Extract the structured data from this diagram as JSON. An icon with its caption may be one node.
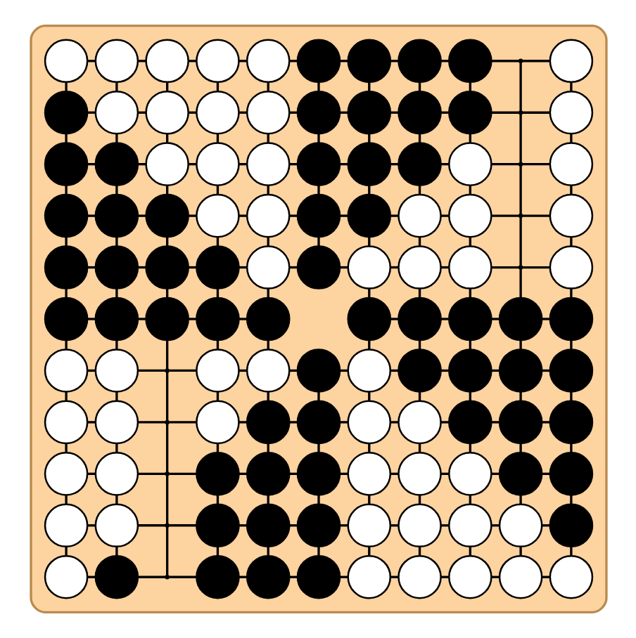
{
  "diagram": {
    "nodes": [
      {
        "text": [],
        "shape": "box"
      },
      {
        "text": [],
        "shape": "circle",
        "in": 0
      },
      {
        "text": [],
        "shape": "circle",
        "in": 0
      },
      {
        "text": [],
        "shape": "circle",
        "in": 0
      },
      {
        "text": [],
        "shape": "circle",
        "in": 0
      },
      {
        "text": [],
        "shape": "circle",
        "in": 0
      },
      {
        "text": [],
        "shape": "disc",
        "in": 0
      },
      {
        "text": [],
        "shape": "disc",
        "in": 0
      },
      {
        "text": [],
        "shape": "disc",
        "in": 0
      },
      {
        "text": [],
        "shape": "disc",
        "in": 0
      },
      {
        "text": [],
        "shape": "point",
        "in": 0
      },
      {
        "text": [],
        "shape": "circle",
        "in": 0
      },
      {
        "text": [],
        "shape": "disc",
        "in": 0
      },
      {
        "text": [],
        "shape": "circle",
        "in": 0
      },
      {
        "text": [],
        "shape": "circle",
        "in": 0
      },
      {
        "text": [],
        "shape": "circle",
        "in": 0
      },
      {
        "text": [],
        "shape": "circle",
        "in": 0
      },
      {
        "text": [],
        "shape": "disc",
        "in": 0
      },
      {
        "text": [],
        "shape": "disc",
        "in": 0
      },
      {
        "text": [],
        "shape": "disc",
        "in": 0
      },
      {
        "text": [],
        "shape": "disc",
        "in": 0
      },
      {
        "text": [],
        "shape": "point",
        "in": 0
      },
      {
        "text": [],
        "shape": "circle",
        "in": 0
      },
      {
        "text": [],
        "shape": "disc",
        "in": 0
      },
      {
        "text": [],
        "shape": "disc",
        "in": 0
      },
      {
        "text": [],
        "shape": "circle",
        "in": 0
      },
      {
        "text": [],
        "shape": "circle",
        "in": 0
      },
      {
        "text": [],
        "shape": "circle",
        "in": 0
      },
      {
        "text": [],
        "shape": "disc",
        "in": 0
      },
      {
        "text": [],
        "shape": "disc",
        "in": 0
      },
      {
        "text": [],
        "shape": "disc",
        "in": 0
      },
      {
        "text": [],
        "shape": "circle",
        "in": 0
      },
      {
        "text": [],
        "shape": "point",
        "in": 0
      },
      {
        "text": [],
        "shape": "circle",
        "in": 0
      },
      {
        "text": [],
        "shape": "disc",
        "in": 0
      },
      {
        "text": [],
        "shape": "disc",
        "in": 0
      },
      {
        "text": [],
        "shape": "disc",
        "in": 0
      },
      {
        "text": [],
        "shape": "circle",
        "in": 0
      },
      {
        "text": [],
        "shape": "circle",
        "in": 0
      },
      {
        "text": [],
        "shape": "disc",
        "in": 0
      },
      {
        "text": [],
        "shape": "disc",
        "in": 0
      },
      {
        "text": [],
        "shape": "circle",
        "in": 0
      },
      {
        "text": [],
        "shape": "circle",
        "in": 0
      },
      {
        "text": [],
        "shape": "point",
        "in": 0
      },
      {
        "text": [],
        "shape": "circle",
        "in": 0
      },
      {
        "text": [],
        "shape": "disc",
        "in": 0
      },
      {
        "text": [],
        "shape": "disc",
        "in": 0
      },
      {
        "text": [],
        "shape": "disc",
        "in": 0
      },
      {
        "text": [],
        "shape": "disc",
        "in": 0
      },
      {
        "text": [],
        "shape": "circle",
        "in": 0
      },
      {
        "text": [],
        "shape": "disc",
        "in": 0
      },
      {
        "text": [],
        "shape": "circle",
        "in": 0
      },
      {
        "text": [],
        "shape": "circle",
        "in": 0
      },
      {
        "text": [],
        "shape": "circle",
        "in": 0
      },
      {
        "text": [],
        "shape": "point",
        "in": 0
      },
      {
        "text": [],
        "shape": "circle",
        "in": 0
      },
      {
        "text": [],
        "shape": "disc",
        "in": 0
      },
      {
        "text": [],
        "shape": "disc",
        "in": 0
      },
      {
        "text": [],
        "shape": "disc",
        "in": 0
      },
      {
        "text": [],
        "shape": "disc",
        "in": 0
      },
      {
        "text": [],
        "shape": "disc",
        "in": 0
      },
      {
        "text": [],
        "shape": "disc",
        "in": 0
      },
      {
        "text": [],
        "shape": "disc",
        "in": 0
      },
      {
        "text": [],
        "shape": "disc",
        "in": 0
      },
      {
        "text": [],
        "shape": "disc",
        "in": 0
      },
      {
        "text": [],
        "shape": "disc",
        "in": 0
      },
      {
        "text": [],
        "shape": "circle",
        "in": 0
      },
      {
        "text": [],
        "shape": "circle",
        "in": 0
      },
      {
        "text": [],
        "shape": "point",
        "in": 0
      },
      {
        "text": [],
        "shape": "circle",
        "in": 0
      },
      {
        "text": [],
        "shape": "circle",
        "in": 0
      },
      {
        "text": [],
        "shape": "disc",
        "in": 0
      },
      {
        "text": [],
        "shape": "circle",
        "in": 0
      },
      {
        "text": [],
        "shape": "disc",
        "in": 0
      },
      {
        "text": [],
        "shape": "disc",
        "in": 0
      },
      {
        "text": [],
        "shape": "disc",
        "in": 0
      },
      {
        "text": [],
        "shape": "disc",
        "in": 0
      },
      {
        "text": [],
        "shape": "circle",
        "in": 0
      },
      {
        "text": [],
        "shape": "circle",
        "in": 0
      },
      {
        "text": [],
        "shape": "point",
        "in": 0
      },
      {
        "text": [],
        "shape": "circle",
        "in": 0
      },
      {
        "text": [],
        "shape": "disc",
        "in": 0
      },
      {
        "text": [],
        "shape": "disc",
        "in": 0
      },
      {
        "text": [],
        "shape": "circle",
        "in": 0
      },
      {
        "text": [],
        "shape": "circle",
        "in": 0
      },
      {
        "text": [],
        "shape": "disc",
        "in": 0
      },
      {
        "text": [],
        "shape": "disc",
        "in": 0
      },
      {
        "text": [],
        "shape": "disc",
        "in": 0
      },
      {
        "text": [],
        "shape": "circle",
        "in": 0
      },
      {
        "text": [],
        "shape": "circle",
        "in": 0
      },
      {
        "text": [],
        "shape": "point",
        "in": 0
      },
      {
        "text": [],
        "shape": "disc",
        "in": 0
      },
      {
        "text": [],
        "shape": "disc",
        "in": 0
      },
      {
        "text": [],
        "shape": "disc",
        "in": 0
      },
      {
        "text": [],
        "shape": "circle",
        "in": 0
      },
      {
        "text": [],
        "shape": "circle",
        "in": 0
      },
      {
        "text": [],
        "shape": "circle",
        "in": 0
      },
      {
        "text": [],
        "shape": "disc",
        "in": 0
      },
      {
        "text": [],
        "shape": "disc",
        "in": 0
      },
      {
        "text": [],
        "shape": "circle",
        "in": 0
      },
      {
        "text": [],
        "shape": "circle",
        "in": 0
      },
      {
        "text": [],
        "shape": "point",
        "in": 0
      },
      {
        "text": [],
        "shape": "disc",
        "in": 0
      },
      {
        "text": [],
        "shape": "disc",
        "in": 0
      },
      {
        "text": [],
        "shape": "disc",
        "in": 0
      },
      {
        "text": [],
        "shape": "circle",
        "in": 0
      },
      {
        "text": [],
        "shape": "circle",
        "in": 0
      },
      {
        "text": [],
        "shape": "circle",
        "in": 0
      },
      {
        "text": [],
        "shape": "circle",
        "in": 0
      },
      {
        "text": [],
        "shape": "disc",
        "in": 0
      },
      {
        "text": [],
        "shape": "circle",
        "in": 0
      },
      {
        "text": [],
        "shape": "disc",
        "in": 0
      },
      {
        "text": [],
        "shape": "point",
        "in": 0
      },
      {
        "text": [],
        "shape": "disc",
        "in": 0
      },
      {
        "text": [],
        "shape": "disc",
        "in": 0
      },
      {
        "text": [],
        "shape": "disc",
        "in": 0
      },
      {
        "text": [],
        "shape": "circle",
        "in": 0
      },
      {
        "text": [],
        "shape": "circle",
        "in": 0
      },
      {
        "text": [],
        "shape": "circle",
        "in": 0
      },
      {
        "text": [],
        "shape": "circle",
        "in": 0
      },
      {
        "text": [],
        "shape": "circle",
        "in": 0
      }
    ],
    "edges": [
      {
        "from": 1,
        "to": 2,
        "arrow": "none"
      },
      {
        "from": 2,
        "to": 3,
        "arrow": "none"
      },
      {
        "from": 3,
        "to": 4,
        "arrow": "none"
      },
      {
        "from": 4,
        "to": 5,
        "arrow": "none"
      },
      {
        "from": 5,
        "to": 6,
        "arrow": "none"
      },
      {
        "from": 6,
        "to": 7,
        "arrow": "none"
      },
      {
        "from": 7,
        "to": 8,
        "arrow": "none"
      },
      {
        "from": 8,
        "to": 9,
        "arrow": "none"
      },
      {
        "from": 9,
        "to": 10,
        "arrow": "none"
      },
      {
        "from": 10,
        "to": 11,
        "arrow": "none"
      },
      {
        "from": 12,
        "to": 13,
        "arrow": "none"
      },
      {
        "from": 13,
        "to": 14,
        "arrow": "none"
      },
      {
        "from": 14,
        "to": 15,
        "arrow": "none"
      },
      {
        "from": 15,
        "to": 16,
        "arrow": "none"
      },
      {
        "from": 16,
        "to": 17,
        "arrow": "none"
      },
      {
        "from": 17,
        "to": 18,
        "arrow": "none"
      },
      {
        "from": 18,
        "to": 19,
        "arrow": "none"
      },
      {
        "from": 19,
        "to": 20,
        "arrow": "none"
      },
      {
        "from": 20,
        "to": 21,
        "arrow": "none"
      },
      {
        "from": 21,
        "to": 22,
        "arrow": "none"
      },
      {
        "from": 23,
        "to": 24,
        "arrow": "none"
      },
      {
        "from": 24,
        "to": 25,
        "arrow": "none"
      },
      {
        "from": 25,
        "to": 26,
        "arrow": "none"
      },
      {
        "from": 26,
        "to": 27,
        "arrow": "none"
      },
      {
        "from": 27,
        "to": 28,
        "arrow": "none"
      },
      {
        "from": 28,
        "to": 29,
        "arrow": "none"
      },
      {
        "from": 29,
        "to": 30,
        "arrow": "none"
      },
      {
        "from": 30,
        "to": 31,
        "arrow": "none"
      },
      {
        "from": 31,
        "to": 32,
        "arrow": "none"
      },
      {
        "from": 32,
        "to": 33,
        "arrow": "none"
      },
      {
        "from": 34,
        "to": 35,
        "arrow": "none"
      },
      {
        "from": 35,
        "to": 36,
        "arrow": "none"
      },
      {
        "from": 36,
        "to": 37,
        "arrow": "none"
      },
      {
        "from": 37,
        "to": 38,
        "arrow": "none"
      },
      {
        "from": 38,
        "to": 39,
        "arrow": "none"
      },
      {
        "from": 39,
        "to": 40,
        "arrow": "none"
      },
      {
        "from": 40,
        "to": 41,
        "arrow": "none"
      },
      {
        "from": 41,
        "to": 42,
        "arrow": "none"
      },
      {
        "from": 42,
        "to": 43,
        "arrow": "none"
      },
      {
        "from": 43,
        "to": 44,
        "arrow": "none"
      },
      {
        "from": 45,
        "to": 46,
        "arrow": "none"
      },
      {
        "from": 46,
        "to": 47,
        "arrow": "none"
      },
      {
        "from": 47,
        "to": 48,
        "arrow": "none"
      },
      {
        "from": 48,
        "to": 49,
        "arrow": "none"
      },
      {
        "from": 49,
        "to": 50,
        "arrow": "none"
      },
      {
        "from": 50,
        "to": 51,
        "arrow": "none"
      },
      {
        "from": 51,
        "to": 52,
        "arrow": "none"
      },
      {
        "from": 52,
        "to": 53,
        "arrow": "none"
      },
      {
        "from": 53,
        "to": 54,
        "arrow": "none"
      },
      {
        "from": 54,
        "to": 55,
        "arrow": "none"
      },
      {
        "from": 56,
        "to": 57,
        "arrow": "none"
      },
      {
        "from": 57,
        "to": 58,
        "arrow": "none"
      },
      {
        "from": 58,
        "to": 59,
        "arrow": "none"
      },
      {
        "from": 59,
        "to": 60,
        "arrow": "none"
      },
      {
        "from": 61,
        "to": 62,
        "arrow": "none"
      },
      {
        "from": 62,
        "to": 63,
        "arrow": "none"
      },
      {
        "from": 63,
        "to": 64,
        "arrow": "none"
      },
      {
        "from": 64,
        "to": 65,
        "arrow": "none"
      },
      {
        "from": 66,
        "to": 67,
        "arrow": "none"
      },
      {
        "from": 67,
        "to": 68,
        "arrow": "none"
      },
      {
        "from": 68,
        "to": 69,
        "arrow": "none"
      },
      {
        "from": 69,
        "to": 70,
        "arrow": "none"
      },
      {
        "from": 70,
        "to": 71,
        "arrow": "none"
      },
      {
        "from": 71,
        "to": 72,
        "arrow": "none"
      },
      {
        "from": 72,
        "to": 73,
        "arrow": "none"
      },
      {
        "from": 73,
        "to": 74,
        "arrow": "none"
      },
      {
        "from": 74,
        "to": 75,
        "arrow": "none"
      },
      {
        "from": 75,
        "to": 76,
        "arrow": "none"
      },
      {
        "from": 77,
        "to": 78,
        "arrow": "none"
      },
      {
        "from": 78,
        "to": 79,
        "arrow": "none"
      },
      {
        "from": 79,
        "to": 80,
        "arrow": "none"
      },
      {
        "from": 80,
        "to": 81,
        "arrow": "none"
      },
      {
        "from": 81,
        "to": 82,
        "arrow": "none"
      },
      {
        "from": 82,
        "to": 83,
        "arrow": "none"
      },
      {
        "from": 83,
        "to": 84,
        "arrow": "none"
      },
      {
        "from": 84,
        "to": 85,
        "arrow": "none"
      },
      {
        "from": 85,
        "to": 86,
        "arrow": "none"
      },
      {
        "from": 86,
        "to": 87,
        "arrow": "none"
      },
      {
        "from": 88,
        "to": 89,
        "arrow": "none"
      },
      {
        "from": 89,
        "to": 90,
        "arrow": "none"
      },
      {
        "from": 90,
        "to": 91,
        "arrow": "none"
      },
      {
        "from": 91,
        "to": 92,
        "arrow": "none"
      },
      {
        "from": 92,
        "to": 93,
        "arrow": "none"
      },
      {
        "from": 93,
        "to": 94,
        "arrow": "none"
      },
      {
        "from": 94,
        "to": 95,
        "arrow": "none"
      },
      {
        "from": 95,
        "to": 96,
        "arrow": "none"
      },
      {
        "from": 96,
        "to": 97,
        "arrow": "none"
      },
      {
        "from": 97,
        "to": 98,
        "arrow": "none"
      },
      {
        "from": 99,
        "to": 100,
        "arrow": "none"
      },
      {
        "from": 100,
        "to": 101,
        "arrow": "none"
      },
      {
        "from": 101,
        "to": 102,
        "arrow": "none"
      },
      {
        "from": 102,
        "to": 103,
        "arrow": "none"
      },
      {
        "from": 103,
        "to": 104,
        "arrow": "none"
      },
      {
        "from": 104,
        "to": 105,
        "arrow": "none"
      },
      {
        "from": 105,
        "to": 106,
        "arrow": "none"
      },
      {
        "from": 106,
        "to": 107,
        "arrow": "none"
      },
      {
        "from": 107,
        "to": 108,
        "arrow": "none"
      },
      {
        "from": 108,
        "to": 109,
        "arrow": "none"
      },
      {
        "from": 110,
        "to": 111,
        "arrow": "none"
      },
      {
        "from": 111,
        "to": 112,
        "arrow": "none"
      },
      {
        "from": 112,
        "to": 113,
        "arrow": "none"
      },
      {
        "from": 113,
        "to": 114,
        "arrow": "none"
      },
      {
        "from": 114,
        "to": 115,
        "arrow": "none"
      },
      {
        "from": 115,
        "to": 116,
        "arrow": "none"
      },
      {
        "from": 116,
        "to": 117,
        "arrow": "none"
      },
      {
        "from": 117,
        "to": 118,
        "arrow": "none"
      },
      {
        "from": 118,
        "to": 119,
        "arrow": "none"
      },
      {
        "from": 119,
        "to": 120,
        "arrow": "none"
      },
      {
        "from": 1,
        "to": 12,
        "arrow": "none"
      },
      {
        "from": 2,
        "to": 13,
        "arrow": "none"
      },
      {
        "from": 3,
        "to": 14,
        "arrow": "none"
      },
      {
        "from": 4,
        "to": 15,
        "arrow": "none"
      },
      {
        "from": 5,
        "to": 16,
        "arrow": "none"
      },
      {
        "from": 6,
        "to": 17,
        "arrow": "none"
      },
      {
        "from": 7,
        "to": 18,
        "arrow": "none"
      },
      {
        "from": 8,
        "to": 19,
        "arrow": "none"
      },
      {
        "from": 9,
        "to": 20,
        "arrow": "none"
      },
      {
        "from": 10,
        "to": 21,
        "arrow": "none"
      },
      {
        "from": 11,
        "to": 22,
        "arrow": "none"
      },
      {
        "from": 12,
        "to": 23,
        "arrow": "none"
      },
      {
        "from": 13,
        "to": 24,
        "arrow": "none"
      },
      {
        "from": 14,
        "to": 25,
        "arrow": "none"
      },
      {
        "from": 15,
        "to": 26,
        "arrow": "none"
      },
      {
        "from": 16,
        "to": 27,
        "arrow": "none"
      },
      {
        "from": 17,
        "to": 28,
        "arrow": "none"
      },
      {
        "from": 18,
        "to": 29,
        "arrow": "none"
      },
      {
        "from": 19,
        "to": 30,
        "arrow": "none"
      },
      {
        "from": 20,
        "to": 31,
        "arrow": "none"
      },
      {
        "from": 21,
        "to": 32,
        "arrow": "none"
      },
      {
        "from": 22,
        "to": 33,
        "arrow": "none"
      },
      {
        "from": 23,
        "to": 34,
        "arrow": "none"
      },
      {
        "from": 24,
        "to": 35,
        "arrow": "none"
      },
      {
        "from": 25,
        "to": 36,
        "arrow": "none"
      },
      {
        "from": 26,
        "to": 37,
        "arrow": "none"
      },
      {
        "from": 27,
        "to": 38,
        "arrow": "none"
      },
      {
        "from": 28,
        "to": 39,
        "arrow": "none"
      },
      {
        "from": 29,
        "to": 40,
        "arrow": "none"
      },
      {
        "from": 30,
        "to": 41,
        "arrow": "none"
      },
      {
        "from": 31,
        "to": 42,
        "arrow": "none"
      },
      {
        "from": 32,
        "to": 43,
        "arrow": "none"
      },
      {
        "from": 33,
        "to": 44,
        "arrow": "none"
      },
      {
        "from": 34,
        "to": 45,
        "arrow": "none"
      },
      {
        "from": 35,
        "to": 46,
        "arrow": "none"
      },
      {
        "from": 36,
        "to": 47,
        "arrow": "none"
      },
      {
        "from": 37,
        "to": 48,
        "arrow": "none"
      },
      {
        "from": 38,
        "to": 49,
        "arrow": "none"
      },
      {
        "from": 39,
        "to": 50,
        "arrow": "none"
      },
      {
        "from": 40,
        "to": 51,
        "arrow": "none"
      },
      {
        "from": 41,
        "to": 52,
        "arrow": "none"
      },
      {
        "from": 42,
        "to": 53,
        "arrow": "none"
      },
      {
        "from": 43,
        "to": 54,
        "arrow": "none"
      },
      {
        "from": 44,
        "to": 55,
        "arrow": "none"
      },
      {
        "from": 45,
        "to": 56,
        "arrow": "none"
      },
      {
        "from": 46,
        "to": 57,
        "arrow": "none"
      },
      {
        "from": 47,
        "to": 58,
        "arrow": "none"
      },
      {
        "from": 48,
        "to": 59,
        "arrow": "none"
      },
      {
        "from": 49,
        "to": 60,
        "arrow": "none"
      },
      {
        "from": 51,
        "to": 61,
        "arrow": "none"
      },
      {
        "from": 52,
        "to": 62,
        "arrow": "none"
      },
      {
        "from": 53,
        "to": 63,
        "arrow": "none"
      },
      {
        "from": 54,
        "to": 64,
        "arrow": "none"
      },
      {
        "from": 55,
        "to": 65,
        "arrow": "none"
      },
      {
        "from": 56,
        "to": 66,
        "arrow": "none"
      },
      {
        "from": 57,
        "to": 67,
        "arrow": "none"
      },
      {
        "from": 58,
        "to": 68,
        "arrow": "none"
      },
      {
        "from": 59,
        "to": 69,
        "arrow": "none"
      },
      {
        "from": 60,
        "to": 70,
        "arrow": "none"
      },
      {
        "from": 61,
        "to": 72,
        "arrow": "none"
      },
      {
        "from": 62,
        "to": 73,
        "arrow": "none"
      },
      {
        "from": 63,
        "to": 74,
        "arrow": "none"
      },
      {
        "from": 64,
        "to": 75,
        "arrow": "none"
      },
      {
        "from": 65,
        "to": 76,
        "arrow": "none"
      },
      {
        "from": 66,
        "to": 77,
        "arrow": "none"
      },
      {
        "from": 67,
        "to": 78,
        "arrow": "none"
      },
      {
        "from": 68,
        "to": 79,
        "arrow": "none"
      },
      {
        "from": 69,
        "to": 80,
        "arrow": "none"
      },
      {
        "from": 70,
        "to": 81,
        "arrow": "none"
      },
      {
        "from": 71,
        "to": 82,
        "arrow": "none"
      },
      {
        "from": 72,
        "to": 83,
        "arrow": "none"
      },
      {
        "from": 73,
        "to": 84,
        "arrow": "none"
      },
      {
        "from": 74,
        "to": 85,
        "arrow": "none"
      },
      {
        "from": 75,
        "to": 86,
        "arrow": "none"
      },
      {
        "from": 76,
        "to": 87,
        "arrow": "none"
      },
      {
        "from": 77,
        "to": 88,
        "arrow": "none"
      },
      {
        "from": 78,
        "to": 89,
        "arrow": "none"
      },
      {
        "from": 79,
        "to": 90,
        "arrow": "none"
      },
      {
        "from": 80,
        "to": 91,
        "arrow": "none"
      },
      {
        "from": 81,
        "to": 92,
        "arrow": "none"
      },
      {
        "from": 82,
        "to": 93,
        "arrow": "none"
      },
      {
        "from": 83,
        "to": 94,
        "arrow": "none"
      },
      {
        "from": 84,
        "to": 95,
        "arrow": "none"
      },
      {
        "from": 85,
        "to": 96,
        "arrow": "none"
      },
      {
        "from": 86,
        "to": 97,
        "arrow": "none"
      },
      {
        "from": 87,
        "to": 98,
        "arrow": "none"
      },
      {
        "from": 88,
        "to": 99,
        "arrow": "none"
      },
      {
        "from": 89,
        "to": 100,
        "arrow": "none"
      },
      {
        "from": 90,
        "to": 101,
        "arrow": "none"
      },
      {
        "from": 91,
        "to": 102,
        "arrow": "none"
      },
      {
        "from": 92,
        "to": 103,
        "arrow": "none"
      },
      {
        "from": 93,
        "to": 104,
        "arrow": "none"
      },
      {
        "from": 94,
        "to": 105,
        "arrow": "none"
      },
      {
        "from": 95,
        "to": 106,
        "arrow": "none"
      },
      {
        "from": 96,
        "to": 107,
        "arrow": "none"
      },
      {
        "from": 97,
        "to": 108,
        "arrow": "none"
      },
      {
        "from": 98,
        "to": 109,
        "arrow": "none"
      },
      {
        "from": 99,
        "to": 110,
        "arrow": "none"
      },
      {
        "from": 100,
        "to": 111,
        "arrow": "none"
      },
      {
        "from": 101,
        "to": 112,
        "arrow": "none"
      },
      {
        "from": 102,
        "to": 113,
        "arrow": "none"
      },
      {
        "from": 103,
        "to": 114,
        "arrow": "none"
      },
      {
        "from": 104,
        "to": 115,
        "arrow": "none"
      },
      {
        "from": 105,
        "to": 116,
        "arrow": "none"
      },
      {
        "from": 106,
        "to": 117,
        "arrow": "none"
      },
      {
        "from": 107,
        "to": 118,
        "arrow": "none"
      },
      {
        "from": 108,
        "to": 119,
        "arrow": "none"
      },
      {
        "from": 109,
        "to": 120,
        "arrow": "none"
      }
    ]
  }
}
